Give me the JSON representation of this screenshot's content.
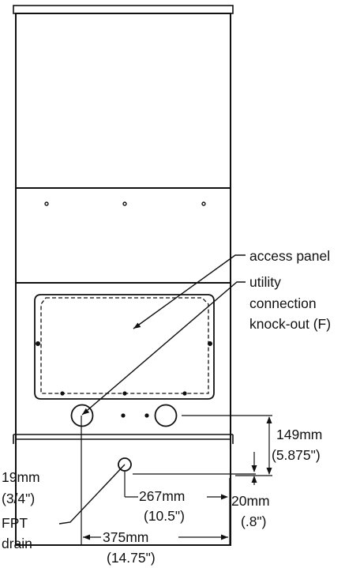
{
  "colors": {
    "line": "#111111",
    "background": "#ffffff"
  },
  "labels": {
    "access_panel": "access panel",
    "utility_line1": "utility",
    "utility_line2": "connection",
    "utility_line3": "knock-out (F)",
    "dim_149_mm": "149mm",
    "dim_149_in": "(5.875\")",
    "dim_267_mm": "267mm",
    "dim_267_in": "(10.5\")",
    "dim_20_mm": "20mm",
    "dim_20_in": "(.8\")",
    "dim_375_mm": "375mm",
    "dim_375_in": "(14.75\")",
    "drain_line1": "19mm",
    "drain_line2": "(3/4\")",
    "drain_line3": "FPT",
    "drain_line4": "drain"
  }
}
